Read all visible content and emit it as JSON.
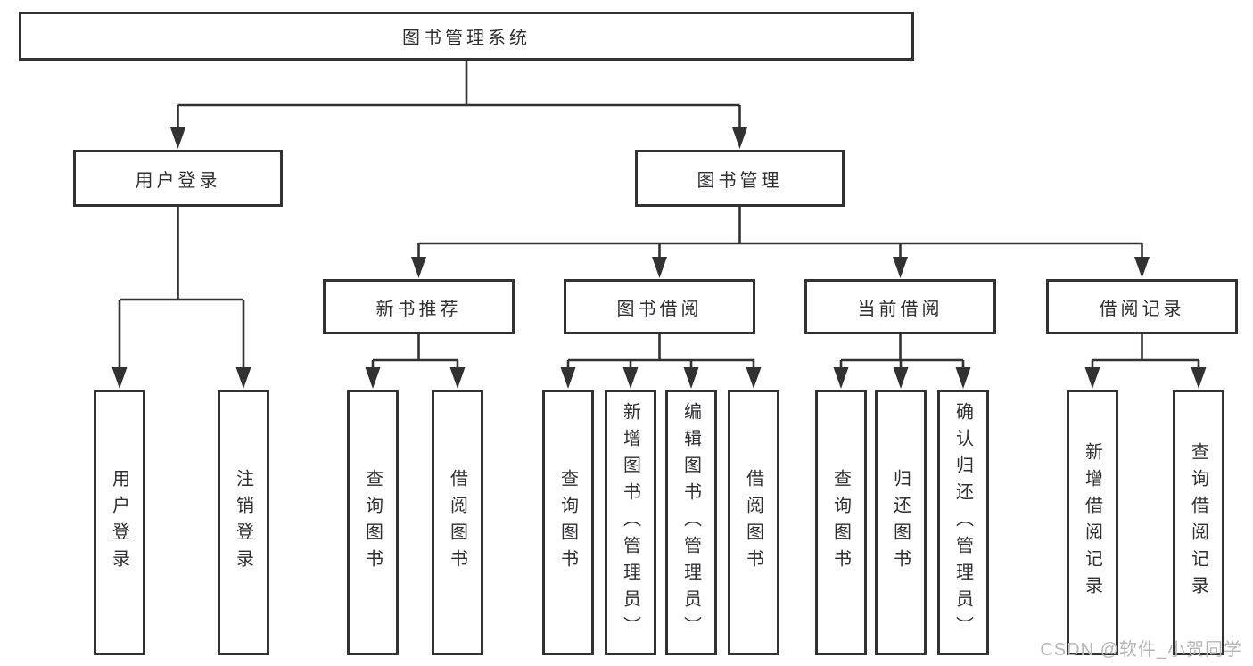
{
  "diagram": {
    "title": "图书管理系统",
    "type": "hierarchy-tree",
    "colors": {
      "line": "#323232",
      "box_border": "#323232",
      "box_background": "#ffffff",
      "text": "#2e2e33",
      "watermark": "#b6b6b6",
      "page_background": "#ffffff"
    }
  },
  "boxes": {
    "root": "图书管理系统",
    "user_login": "用户登录",
    "book_mgmt": "图书管理",
    "new_book": "新书推荐",
    "book_borrow": "图书借阅",
    "current_borrow": "当前借阅",
    "borrow_record": "借阅记录",
    "ul_login": "用户登录",
    "ul_logout": "注销登录",
    "nb_query": "查询图书",
    "nb_borrow": "借阅图书",
    "bb_query": "查询图书",
    "bb_add": "新增图书（管理员）",
    "bb_edit": "编辑图书（管理员）",
    "bb_borrow": "借阅图书",
    "cb_query": "查询图书",
    "cb_return": "归还图书",
    "cb_confirm": "确认归还（管理员）",
    "br_add": "新增借阅记录",
    "br_query": "查询借阅记录"
  },
  "watermark": "CSDN @软件_小贺同学"
}
